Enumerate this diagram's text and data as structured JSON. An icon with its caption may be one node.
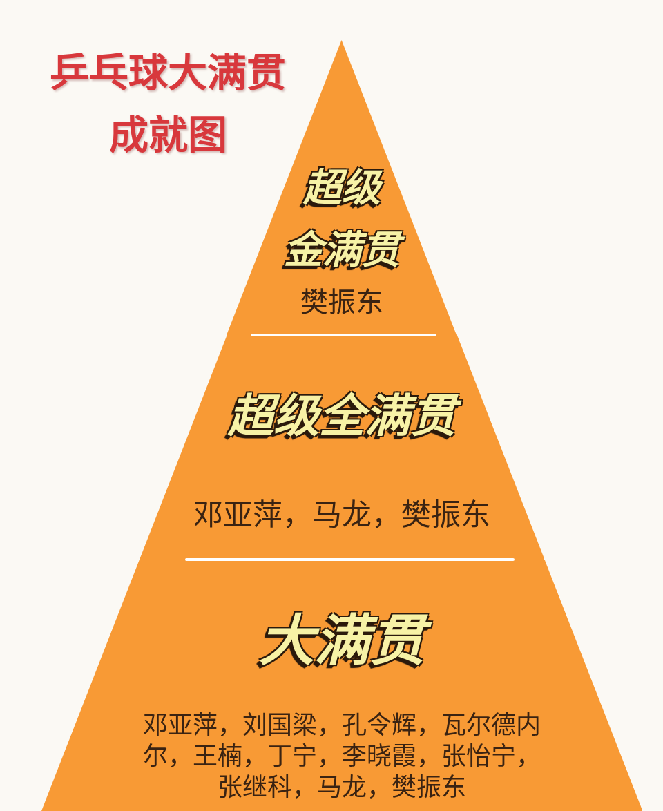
{
  "diagram": {
    "title": "乒乓球大满贯成就图",
    "nodes": [
      {
        "text": [
          "超级金满贯",
          "樊振东"
        ]
      },
      {
        "text": [
          "超级全满贯",
          "邓亚萍，马龙，樊振东"
        ]
      },
      {
        "text": [
          "大满贯",
          "邓亚萍，刘国梁，孔令辉，瓦尔德内尔，王楠，丁宁，李晓霞，张怡宁，张继科，马龙，樊振东"
        ]
      }
    ]
  }
}
